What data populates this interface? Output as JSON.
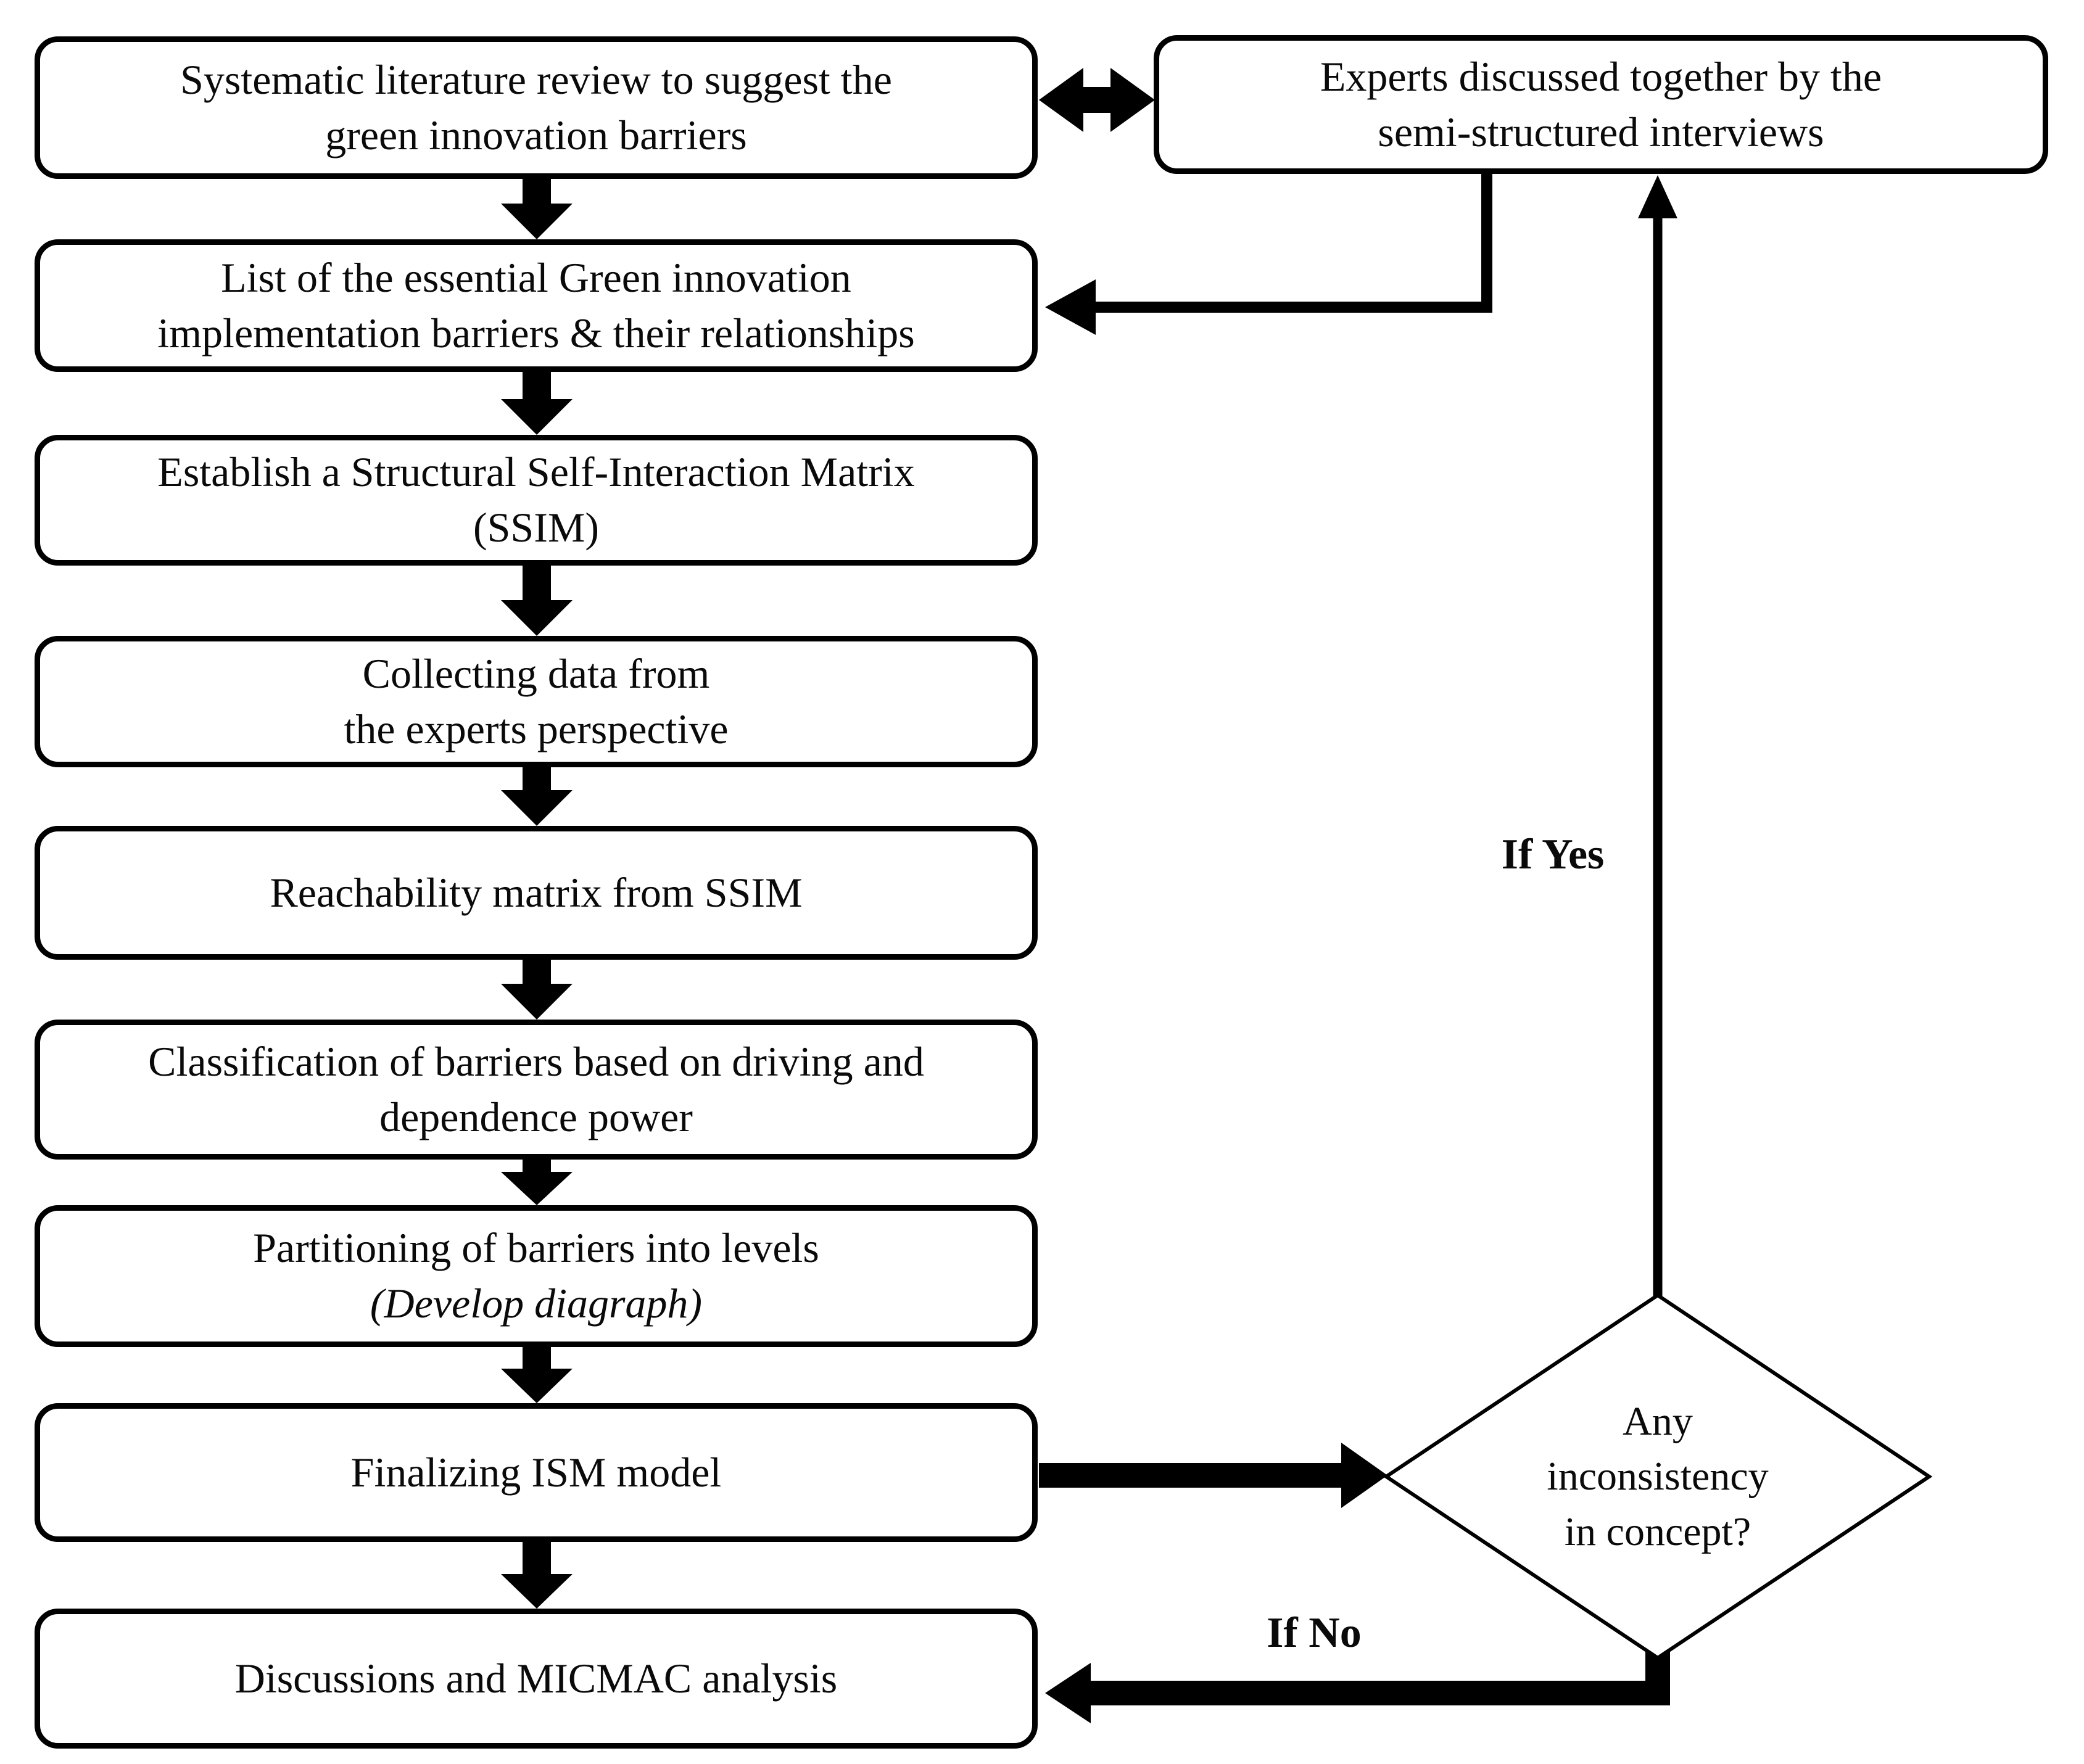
{
  "diagram": {
    "type": "flowchart",
    "colors": {
      "ink": "#000000",
      "paper": "#ffffff"
    },
    "steps": {
      "s1": {
        "lines": [
          "Systematic literature review to suggest the",
          "green innovation barriers"
        ]
      },
      "s2": {
        "lines": [
          "List of the essential Green innovation",
          "implementation barriers & their relationships"
        ]
      },
      "s3": {
        "lines": [
          "Establish a Structural Self-Interaction Matrix",
          "(SSIM)"
        ]
      },
      "s4": {
        "lines": [
          "Collecting data from",
          "the experts perspective"
        ]
      },
      "s5": {
        "lines": [
          "Reachability matrix from SSIM"
        ]
      },
      "s6": {
        "lines": [
          "Classification of barriers based on driving and",
          "dependence power"
        ]
      },
      "s7": {
        "lines": [
          "Partitioning of barriers into levels",
          "(Develop diagraph)"
        ]
      },
      "s8": {
        "lines": [
          "Finalizing ISM model"
        ]
      },
      "s9": {
        "lines": [
          "Discussions and MICMAC analysis"
        ]
      }
    },
    "side": {
      "experts": {
        "lines": [
          "Experts discussed together by the",
          "semi-structured interviews"
        ]
      },
      "decision": {
        "lines": [
          "Any",
          "inconsistency",
          "in concept?"
        ]
      }
    },
    "edge_labels": {
      "yes": "If Yes",
      "no": "If No"
    }
  }
}
